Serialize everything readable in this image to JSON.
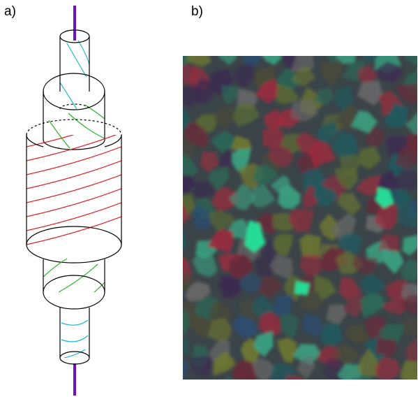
{
  "panels": {
    "a": {
      "label": "a)"
    },
    "b": {
      "label": "b)"
    }
  },
  "diagram": {
    "axis_color": "#6a14c4",
    "line_color": "#000000",
    "sections": [
      {
        "name": "top-thin-cylinder",
        "helix_color": "#21b7c9"
      },
      {
        "name": "upper-medium-cylinder",
        "helix_color": "#2cb42c"
      },
      {
        "name": "central-wide-cylinder",
        "helix_color": "#e0191e"
      },
      {
        "name": "lower-medium-cylinder",
        "helix_color": "#2cb42c"
      },
      {
        "name": "bottom-thin-cylinder",
        "helix_color": "#21b7c9"
      }
    ]
  },
  "micrograph": {
    "background_color": "#3b4448",
    "grain_colors": [
      "#2a6a58",
      "#6a2a3a",
      "#8a3040",
      "#a02a3e",
      "#5a6a34",
      "#707a30",
      "#1f5a60",
      "#3a2a50",
      "#2c4c70",
      "#4a4a38",
      "#6a6a6a",
      "#3aa080",
      "#26db96"
    ]
  }
}
